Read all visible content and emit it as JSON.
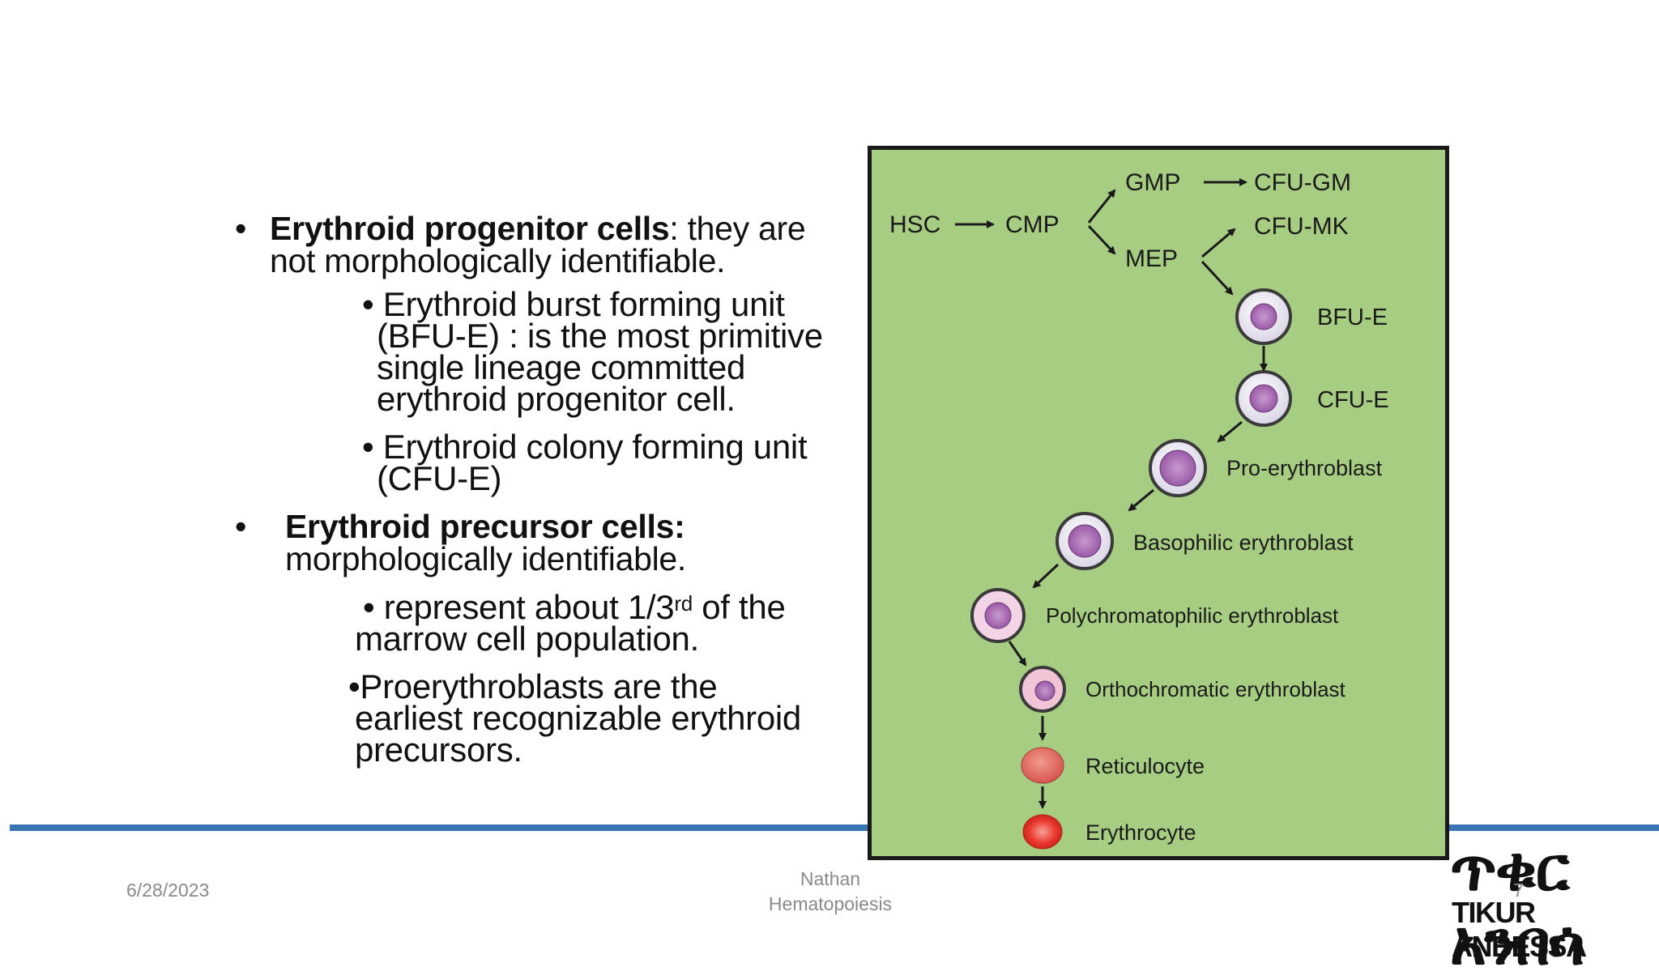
{
  "bullets": [
    {
      "bold": "Erythroid progenitor cells",
      "rest": ": they are",
      "rest2": "not morphologically identifiable."
    },
    {
      "bold": "Erythroid precursor cells:",
      "rest2": "morphologically identifiable."
    }
  ],
  "subbullets": {
    "bfu_line1": "• Erythroid burst forming unit",
    "bfu_line2": "(BFU-E) : is the most primitive",
    "bfu_line3": "single lineage committed",
    "bfu_line4": "erythroid progenitor cell.",
    "cfu_line1": "• Erythroid colony forming unit",
    "cfu_line2": "(CFU-E)",
    "rep_pre": "• represent  about 1/3",
    "rep_sup": "rd",
    "rep_post": " of the",
    "rep_line2": "marrow cell population.",
    "pro_line1": "•Proerythroblasts are the",
    "pro_line2": "earliest recognizable erythroid",
    "pro_line3": "precursors."
  },
  "diagram": {
    "nodes": {
      "hsc": "HSC",
      "cmp": "CMP",
      "gmp": "GMP",
      "cfu_gm": "CFU-GM",
      "mep": "MEP",
      "cfu_mk": "CFU-MK"
    },
    "stages": [
      "BFU-E",
      "CFU-E",
      "Pro-erythroblast",
      "Basophilic erythroblast",
      "Polychromatophilic erythroblast",
      "Orthochromatic erythroblast",
      "Reticulocyte",
      "Erythrocyte"
    ],
    "colors": {
      "background": "#a7cd83",
      "nucleus": "#b47bbd",
      "reticulocyte": "#e06a6a",
      "erythrocyte": "#e8332f"
    }
  },
  "footer": {
    "date": "6/28/2023",
    "author": "Nathan",
    "topic": "Hematopoiesis",
    "page": "7",
    "logo_script": "ጥቁር አንበሳ",
    "logo_text": "TIKUR ANBESSA"
  },
  "colors": {
    "rule": "#3a76b4"
  }
}
